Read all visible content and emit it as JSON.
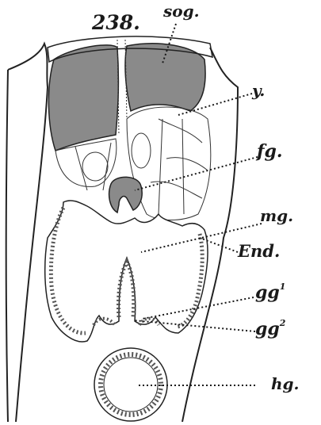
{
  "figure": {
    "number": "238.",
    "labels": {
      "sog": "sog.",
      "y": "y.",
      "fg": "fg.",
      "mg": "mg.",
      "end": "End.",
      "gg1_base": "gg",
      "gg1_sup": "1",
      "gg2_base": "gg",
      "gg2_sup": "2",
      "hg": "hg."
    }
  },
  "colors": {
    "ink": "#1a1a1a",
    "shaded": "#8a8a8a",
    "paper": "#ffffff",
    "wall": "#c8c8c8"
  }
}
